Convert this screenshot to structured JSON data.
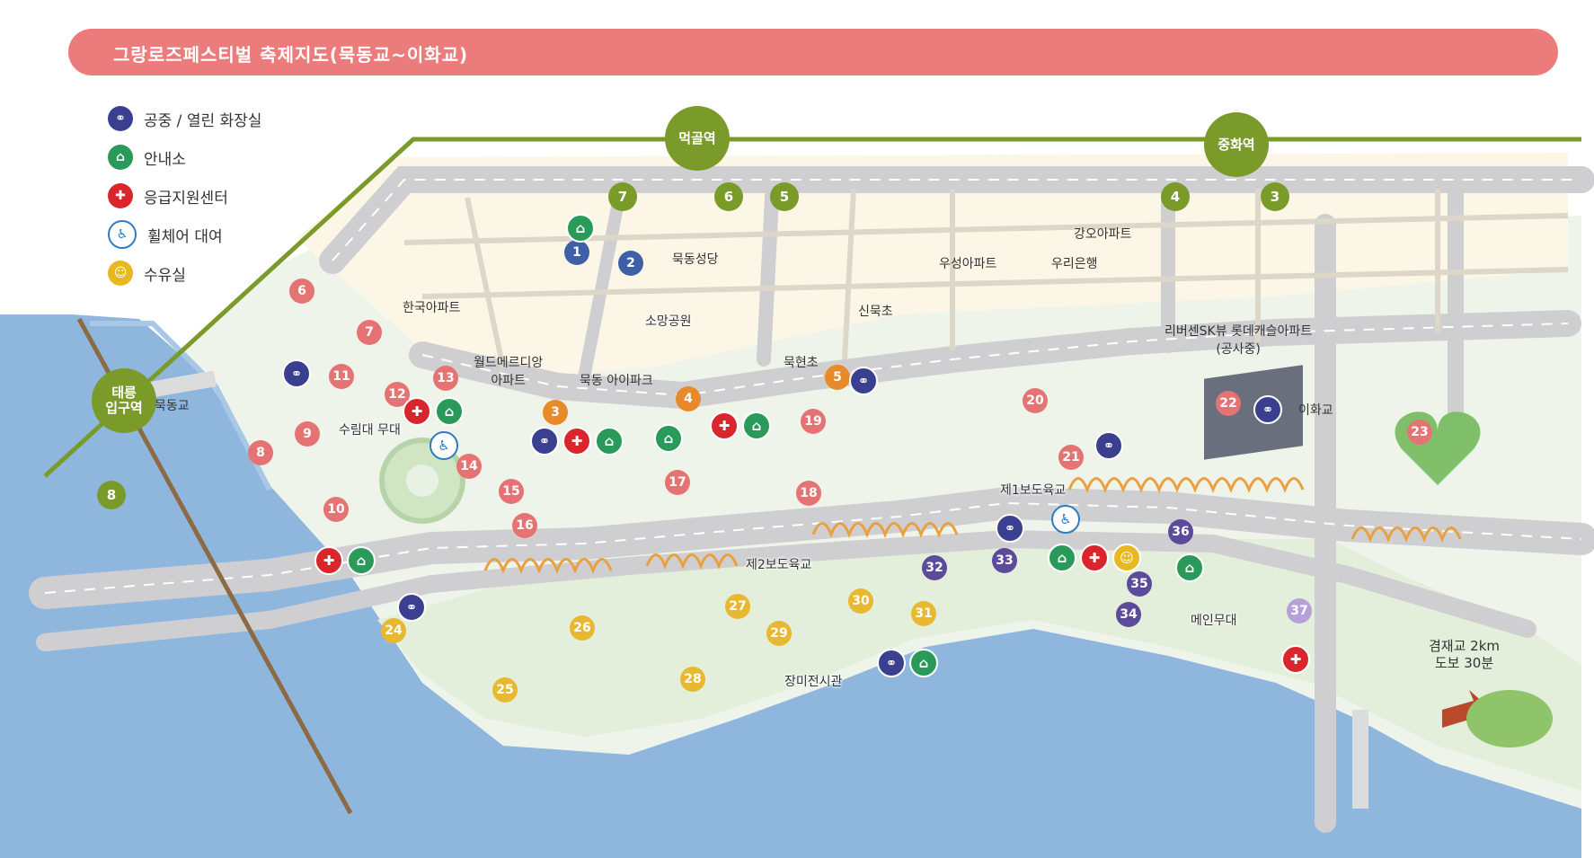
{
  "title": "그랑로즈페스티벌 축제지도(묵동교~이화교)",
  "colors": {
    "title_bar": "#ec7b7b",
    "toilet": "#3b3f8f",
    "info": "#2a9a5a",
    "first_aid": "#d9262c",
    "wheelchair": "#2f7cc2",
    "nursing": "#e9b820",
    "station": "#7a9a2a",
    "spot_red": "#e57373",
    "spot_orange": "#e98a2a",
    "spot_yellow": "#e8b830",
    "spot_purple": "#5b4b9a",
    "river": "#8fb7de",
    "park": "#e8f1e4",
    "road": "#cfcfd2"
  },
  "legend": [
    {
      "icon": "toilet-icon",
      "label": "공중 / 열린 화장실"
    },
    {
      "icon": "info-icon",
      "label": "안내소"
    },
    {
      "icon": "first-aid-icon",
      "label": "응급지원센터"
    },
    {
      "icon": "wheelchair-icon",
      "label": "휠체어 대여"
    },
    {
      "icon": "nursing-room-icon",
      "label": "수유실"
    }
  ],
  "stations": [
    {
      "name": "먹골역"
    },
    {
      "name": "중화역"
    },
    {
      "name": "태릉\n입구역"
    }
  ],
  "exits": [
    "7",
    "6",
    "5",
    "4",
    "3",
    "8"
  ],
  "place_labels": [
    "묵동성당",
    "강오아파트",
    "우성아파트",
    "우리은행",
    "신묵초",
    "한국아파트",
    "소망공원",
    "월드메르디앙\n아파트",
    "묵동 아이파크",
    "묵현초",
    "리버센SK뷰 롯데캐슬아파트\n(공사중)",
    "이화교",
    "묵동교",
    "수림대 무대",
    "제1보도육교",
    "제2보도육교",
    "메인무대",
    "장미전시관"
  ],
  "spots": [
    "1",
    "2",
    "3",
    "4",
    "5",
    "6",
    "7",
    "8",
    "9",
    "10",
    "11",
    "12",
    "13",
    "14",
    "15",
    "16",
    "17",
    "18",
    "19",
    "20",
    "21",
    "22",
    "23",
    "24",
    "25",
    "26",
    "27",
    "28",
    "29",
    "30",
    "31",
    "32",
    "33",
    "34",
    "35",
    "36",
    "37"
  ],
  "distance_note": "겸재교 2km\n도보 30분"
}
